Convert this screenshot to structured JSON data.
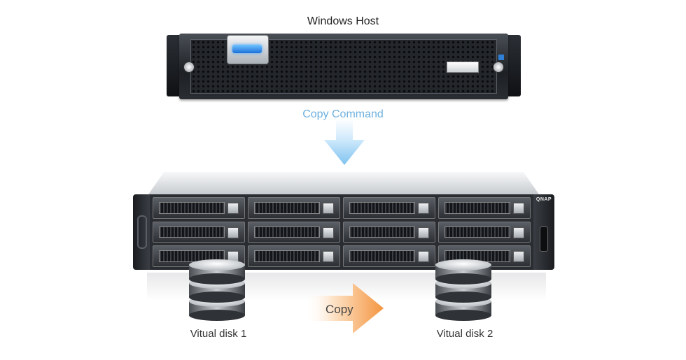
{
  "host": {
    "label": "Windows Host"
  },
  "command": {
    "label": "Copy Command"
  },
  "nas": {
    "brand": "QNAP"
  },
  "copy": {
    "label": "Copy"
  },
  "disks": [
    {
      "label": "Vitual disk 1"
    },
    {
      "label": "Vitual disk 2"
    }
  ],
  "colors": {
    "command_text": "#6fb0de",
    "arrow_blue": "#8ac9f2",
    "arrow_orange": "#f6a055",
    "led_blue": "#1b6fd8"
  },
  "icons": {
    "down_arrow": "arrow-down-icon",
    "copy_arrow": "arrow-right-icon",
    "disk": "database-icon",
    "host": "rack-server-icon",
    "nas": "nas-storage-icon"
  }
}
